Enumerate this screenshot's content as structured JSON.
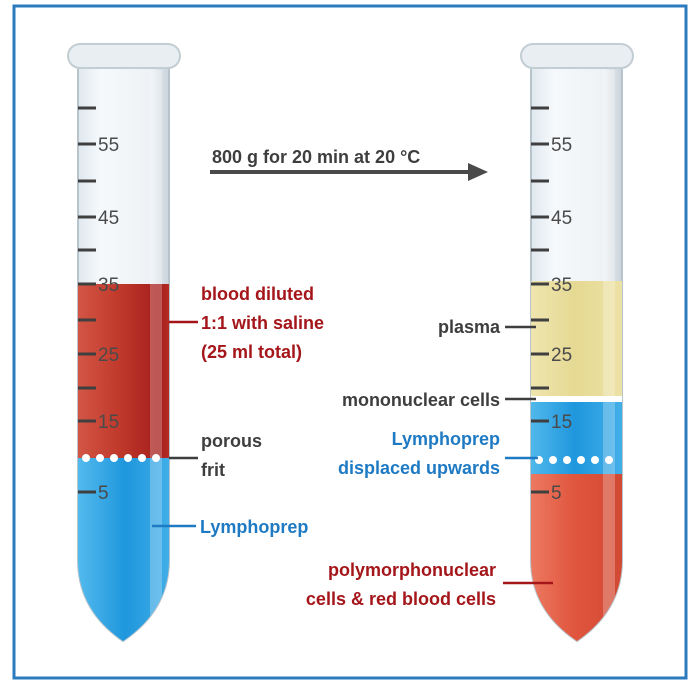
{
  "colors": {
    "frame": "#2b7bbd",
    "red_label": "#a4161a",
    "blue_label": "#1f7ac4",
    "dark_label": "#3e3e3e",
    "blood": "#c0392b",
    "lymphoprep": "#2a9fe0",
    "plasma": "#e8dc9a",
    "arrow": "#4a4a4a"
  },
  "centrifuge": {
    "label": "800 g for 20 min at 20 °C"
  },
  "left_tube": {
    "ticks": [
      "55",
      "45",
      "35",
      "25",
      "15",
      "5"
    ],
    "labels": {
      "blood": [
        "blood diluted",
        "1:1 with saline",
        "(25 ml total)"
      ],
      "frit": [
        "porous",
        "frit"
      ],
      "lymphoprep": "Lymphoprep"
    }
  },
  "right_tube": {
    "ticks": [
      "55",
      "45",
      "35",
      "25",
      "15",
      "5"
    ],
    "labels": {
      "plasma": "plasma",
      "mononuclear": "mononuclear cells",
      "lymphoprep": [
        "Lymphoprep",
        "displaced upwards"
      ],
      "pmn": [
        "polymorphonuclear",
        "cells & red blood cells"
      ]
    }
  }
}
